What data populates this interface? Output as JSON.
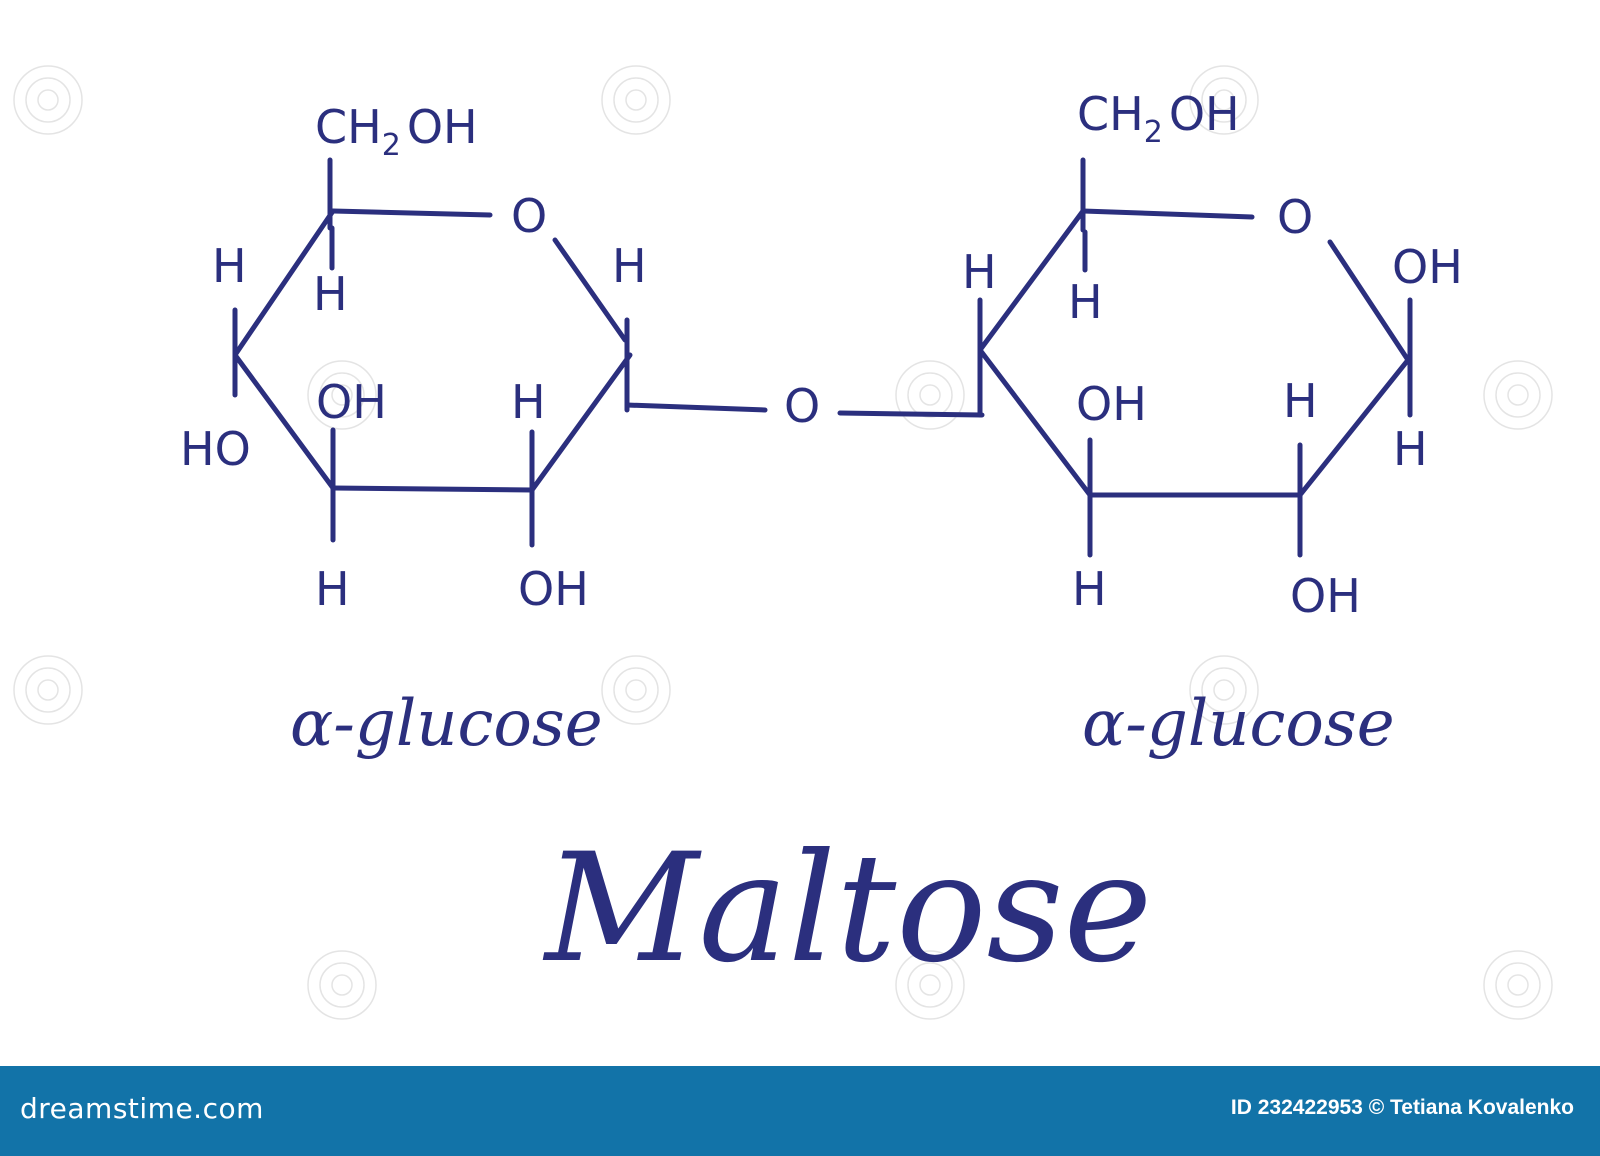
{
  "colors": {
    "ink": "#2b2f7e",
    "footer_bg": "#1273a8",
    "footer_text": "#ffffff",
    "background": "#ffffff"
  },
  "molecule": {
    "title": "Maltose",
    "left_unit": {
      "name": "α-glucose",
      "labels": {
        "ch2oh": "CH",
        "ch2oh_sub": "2",
        "ch2oh_tail": "OH",
        "ring_o": "O",
        "h_c5": "H",
        "h_c4_top": "H",
        "h_c1": "H",
        "oh_c2_inner": "OH",
        "h_c3_inner": "H",
        "ho_c4": "HO",
        "h_c3": "H",
        "oh_c2": "OH"
      }
    },
    "bridge_o": "O",
    "right_unit": {
      "name": "α-glucose",
      "labels": {
        "ch2oh": "CH",
        "ch2oh_sub": "2",
        "ch2oh_tail": "OH",
        "ring_o": "O",
        "h_c5": "H",
        "h_c4_top": "H",
        "oh_c1": "OH",
        "oh_c3_inner": "OH",
        "h_c2_inner": "H",
        "h_c1_bottom": "H",
        "h_c3": "H",
        "oh_c2": "OH"
      }
    }
  },
  "footer": {
    "brand": "dreamstime.com",
    "credit": "ID 232422953 © Tetiana Kovalenko"
  }
}
